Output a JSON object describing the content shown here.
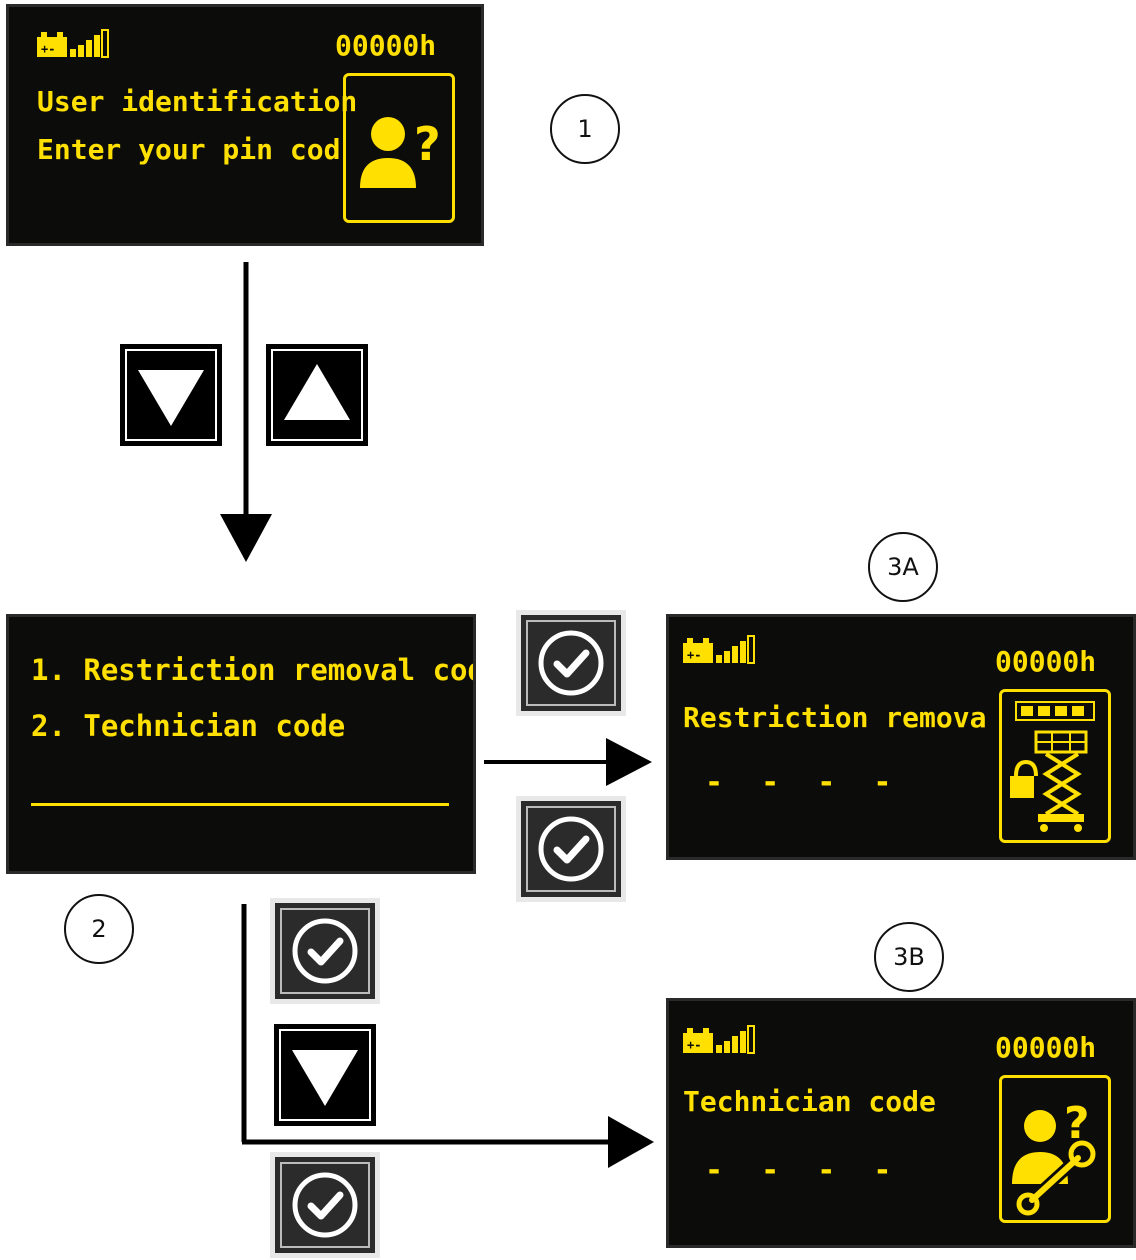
{
  "colors": {
    "display_text": "#ffe000",
    "display_bg": "#0c0c0a",
    "arrow": "#000000"
  },
  "steps": {
    "step1": "1",
    "step2": "2",
    "step3a": "3A",
    "step3b": "3B"
  },
  "screen1": {
    "hours": "00000h",
    "line1": "User identification",
    "line2": "Enter your pin cod",
    "icon": "user-question-icon"
  },
  "screen2": {
    "option1": "1. Restriction removal cod",
    "option2": "2. Technician code"
  },
  "screen3a": {
    "hours": "00000h",
    "line1": "Restriction remova",
    "code": "- - - -",
    "icon": "scissor-lift-unlock-icon"
  },
  "screen3b": {
    "hours": "00000h",
    "line1": "Technician code",
    "code": "- - - -",
    "icon": "technician-wrench-icon"
  },
  "buttons": {
    "nav_1_to_2": [
      "down-button",
      "up-button"
    ],
    "confirm_2_to_3a": [
      "confirm-button",
      "confirm-button"
    ],
    "sequence_2_to_3b": [
      "confirm-button",
      "down-button",
      "confirm-button"
    ]
  }
}
